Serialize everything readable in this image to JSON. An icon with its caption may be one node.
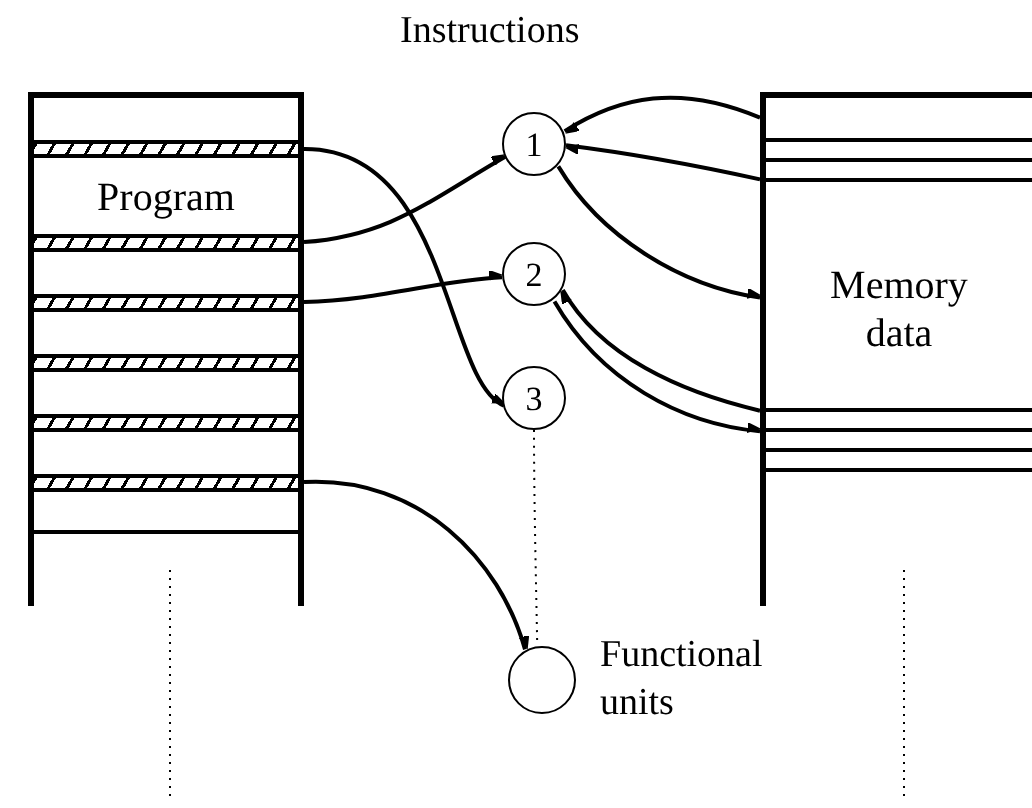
{
  "diagram": {
    "nodes": [
      {
        "text": [
          "Program"
        ]
      },
      {
        "text": [],
        "shape": "bar",
        "in": 0
      },
      {
        "text": [],
        "shape": "bar",
        "in": 0
      },
      {
        "text": [],
        "shape": "bar",
        "in": 0
      },
      {
        "text": [],
        "shape": "bar",
        "in": 0
      },
      {
        "text": [],
        "shape": "bar",
        "in": 0
      },
      {
        "text": [],
        "shape": "bar",
        "in": 0
      },
      {
        "text": [
          "1"
        ]
      },
      {
        "text": [
          "2"
        ]
      },
      {
        "text": [
          "3"
        ]
      },
      {
        "text": [],
        "shape": "circle",
        "beside": [
          "Functional units"
        ]
      },
      {
        "text": [
          "Memory data"
        ]
      }
    ],
    "edges": [
      {
        "from": 1,
        "to": 9,
        "arrow": "to"
      },
      {
        "from": 2,
        "to": 7,
        "arrow": "to"
      },
      {
        "from": 3,
        "to": 8,
        "arrow": "to"
      },
      {
        "from": 6,
        "to": 10,
        "arrow": "to"
      },
      {
        "from": 11,
        "to": 7,
        "arrow": "to"
      },
      {
        "from": 11,
        "to": 7,
        "arrow": "to"
      },
      {
        "from": 7,
        "to": 11,
        "arrow": "to"
      },
      {
        "from": 11,
        "to": 8,
        "arrow": "to"
      },
      {
        "from": 8,
        "to": 11,
        "arrow": "to"
      },
      {
        "from": 9,
        "to": 10,
        "arrow": "none",
        "style": "dashed"
      }
    ],
    "labels": [
      "Instructions"
    ]
  }
}
